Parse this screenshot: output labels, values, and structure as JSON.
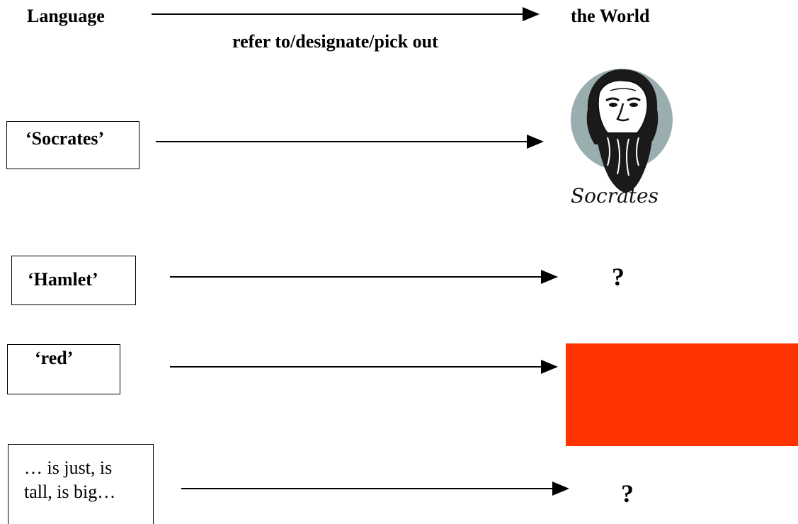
{
  "header": {
    "language_label": "Language",
    "world_label": "the World",
    "relation_label": "refer to/designate/pick out"
  },
  "rows": {
    "socrates": {
      "term": "‘Socrates’",
      "portrait_caption": "Socrates"
    },
    "hamlet": {
      "term": "‘Hamlet’",
      "target": "?"
    },
    "red": {
      "term": "‘red’",
      "swatch_color": "#ff3300"
    },
    "predicates": {
      "line1": "… is just, is",
      "line2": "tall, is big…",
      "target": "?"
    }
  }
}
